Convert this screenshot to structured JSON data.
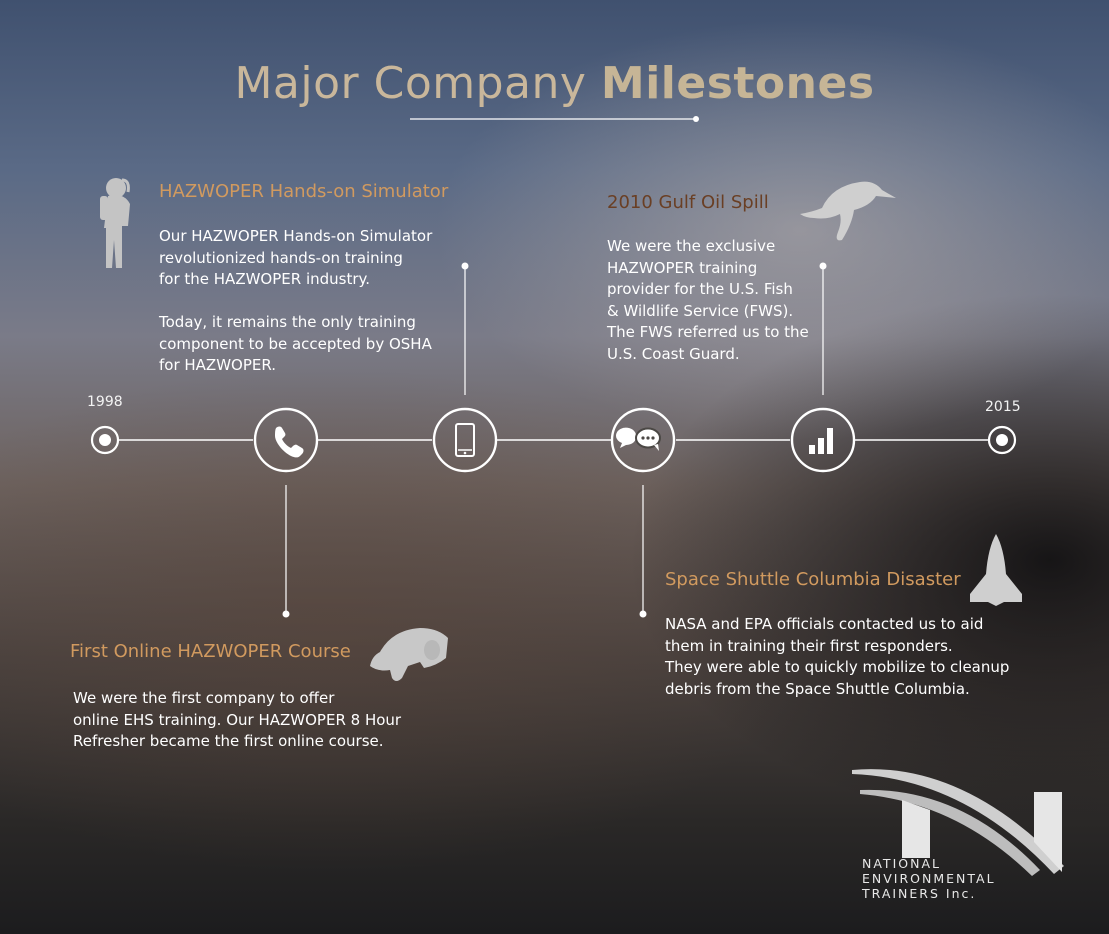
{
  "title": {
    "regular": "Major Company",
    "bold": "Milestones"
  },
  "years": {
    "start": "1998",
    "end": "2015"
  },
  "milestones": [
    {
      "title": "HAZWOPER Hands-on Simulator",
      "description": "Our HAZWOPER Hands-on Simulator\nrevolutionized hands-on training\nfor the HAZWOPER industry.\n\nToday, it remains the only training\ncomponent to be accepted by OSHA\nfor HAZWOPER.",
      "icon": "hazmat-suit-icon"
    },
    {
      "title": "2010 Gulf Oil Spill",
      "description": "We were the exclusive\nHAZWOPER training\nprovider for the U.S. Fish\n& Wildlife Service (FWS).\nThe FWS referred us to the\nU.S. Coast Guard.",
      "icon": "pelican-icon"
    },
    {
      "title": "First Online HAZWOPER Course",
      "description": "We were the first company to offer\nonline EHS training. Our HAZWOPER 8 Hour\nRefresher became the first online course.",
      "icon": "computer-mouse-icon"
    },
    {
      "title": "Space Shuttle Columbia Disaster",
      "description": "NASA and EPA officials contacted us to aid\nthem in training their first responders.\nThey were able to quickly mobilize to cleanup\ndebris from the Space Shuttle Columbia.",
      "icon": "space-shuttle-icon"
    }
  ],
  "timeline_nodes": [
    "phone-icon",
    "mobile-icon",
    "chat-bubble-icon",
    "bar-chart-icon"
  ],
  "logo": {
    "text": "NATIONAL\nENVIRONMENTAL\nTRAINERS Inc."
  },
  "colors": {
    "title": "#c9b79b",
    "milestone_title": "#d19a5f",
    "milestone_title_dark": "#6a3f24",
    "line": "#ffffff"
  }
}
